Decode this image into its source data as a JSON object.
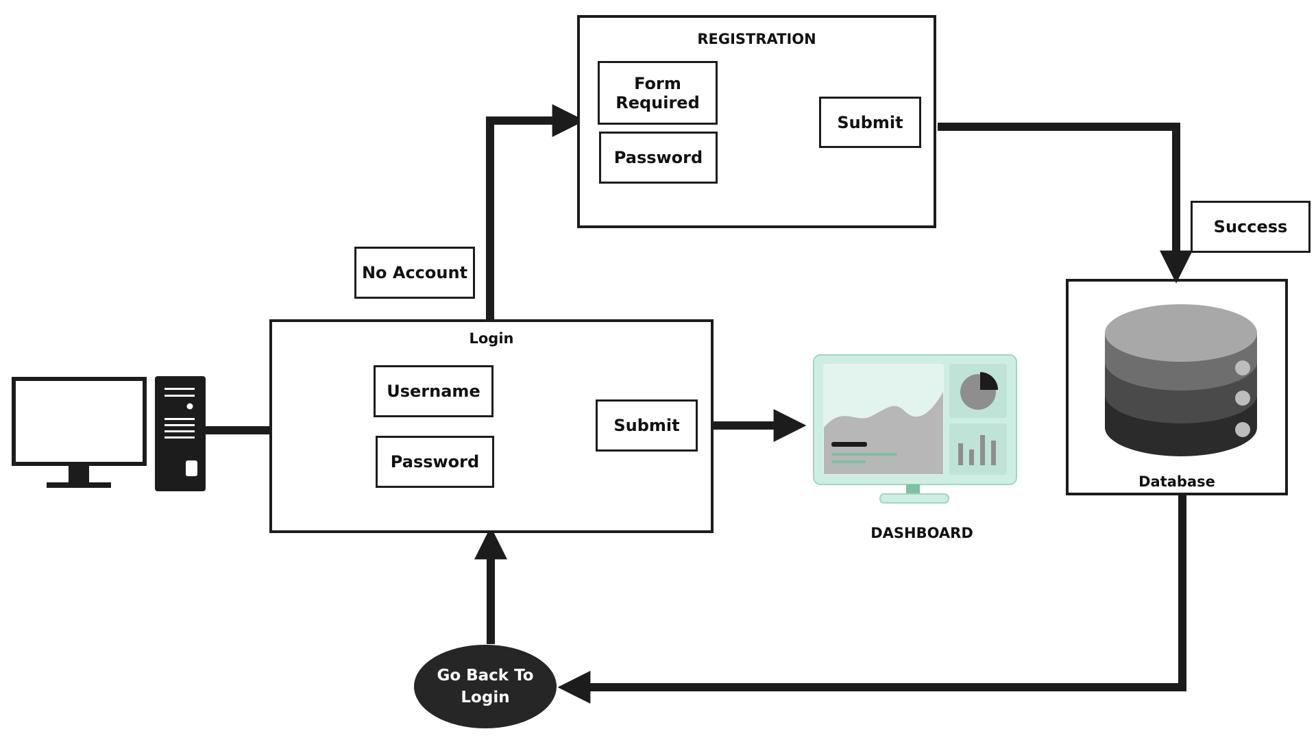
{
  "registration": {
    "title": "REGISTRATION",
    "form_required": "Form Required",
    "password": "Password",
    "submit": "Submit"
  },
  "no_account": "No Account",
  "success": "Success",
  "login": {
    "title": "Login",
    "username": "Username",
    "password": "Password",
    "submit": "Submit"
  },
  "dashboard": {
    "label": "DASHBOARD"
  },
  "database": {
    "label": "Database"
  },
  "go_back": "Go Back To\nLogin",
  "colors": {
    "stroke": "#1c1c1c",
    "dashboard_frame": "#cfeee3",
    "dashboard_panel": "#bfe3d6",
    "dashboard_accent": "#7fbfa2",
    "db_top": "#a8a8a8",
    "db_mid": "#6e6e6e",
    "db_bottom": "#2b2b2b"
  },
  "icons": [
    "monitor-icon",
    "pc-tower-icon",
    "dashboard-monitor-icon",
    "database-icon"
  ]
}
